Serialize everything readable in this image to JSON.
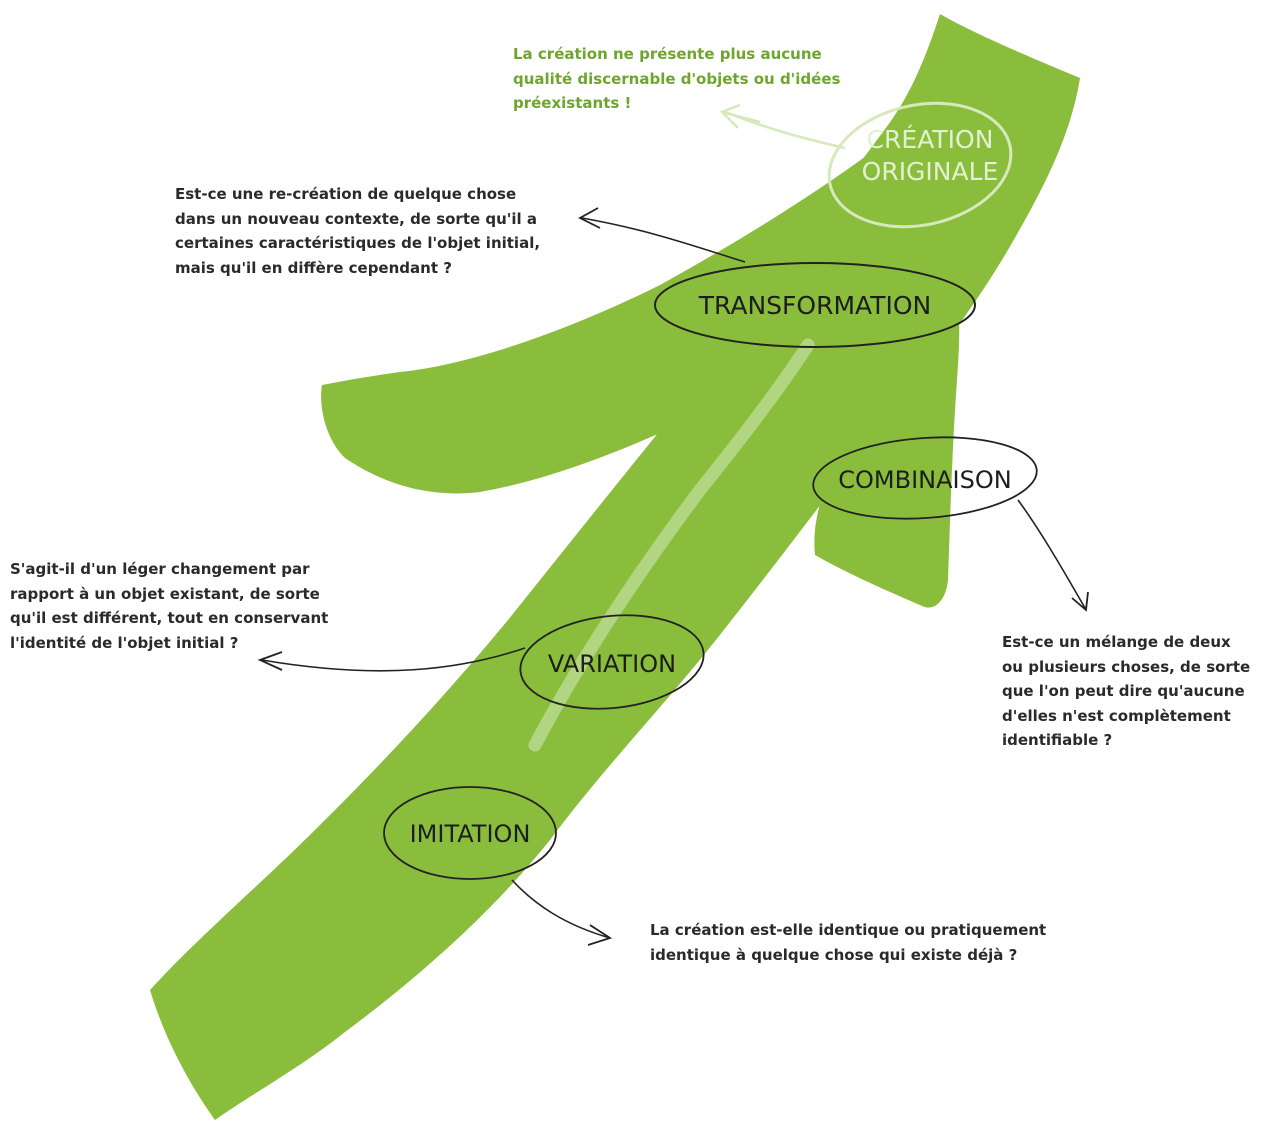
{
  "colors": {
    "arrow_green": "#8bbd3d",
    "highlight": "#b9d98d",
    "ink": "#222222",
    "note_text": "#2a2a2a",
    "green_text": "#6fa52c",
    "faded": "#d6e9bd"
  },
  "stages": {
    "creation_originale": {
      "line1": "CRÉATION",
      "line2": "ORIGINALE"
    },
    "transformation": "TRANSFORMATION",
    "combinaison": "COMBINAISON",
    "variation": "VARIATION",
    "imitation": "IMITATION"
  },
  "notes": {
    "creation_originale": [
      "La création ne présente plus aucune",
      "qualité discernable d'objets ou d'idées",
      "préexistants !"
    ],
    "transformation": [
      "Est-ce une re-création de quelque chose",
      "dans un nouveau contexte, de sorte qu'il a",
      "certaines caractéristiques de l'objet initial,",
      "mais qu'il en diffère cependant ?"
    ],
    "variation": [
      "S'agit-il d'un léger changement par",
      "rapport à un objet existant, de sorte",
      "qu'il est différent, tout en conservant",
      "l'identité de l'objet initial ?"
    ],
    "combinaison": [
      "Est-ce un mélange de deux",
      "ou plusieurs choses, de sorte",
      "que l'on peut dire qu'aucune",
      "d'elles n'est complètement",
      "identifiable ?"
    ],
    "imitation": [
      "La création est-elle identique ou pratiquement",
      "identique à quelque chose qui existe déjà ?"
    ]
  }
}
